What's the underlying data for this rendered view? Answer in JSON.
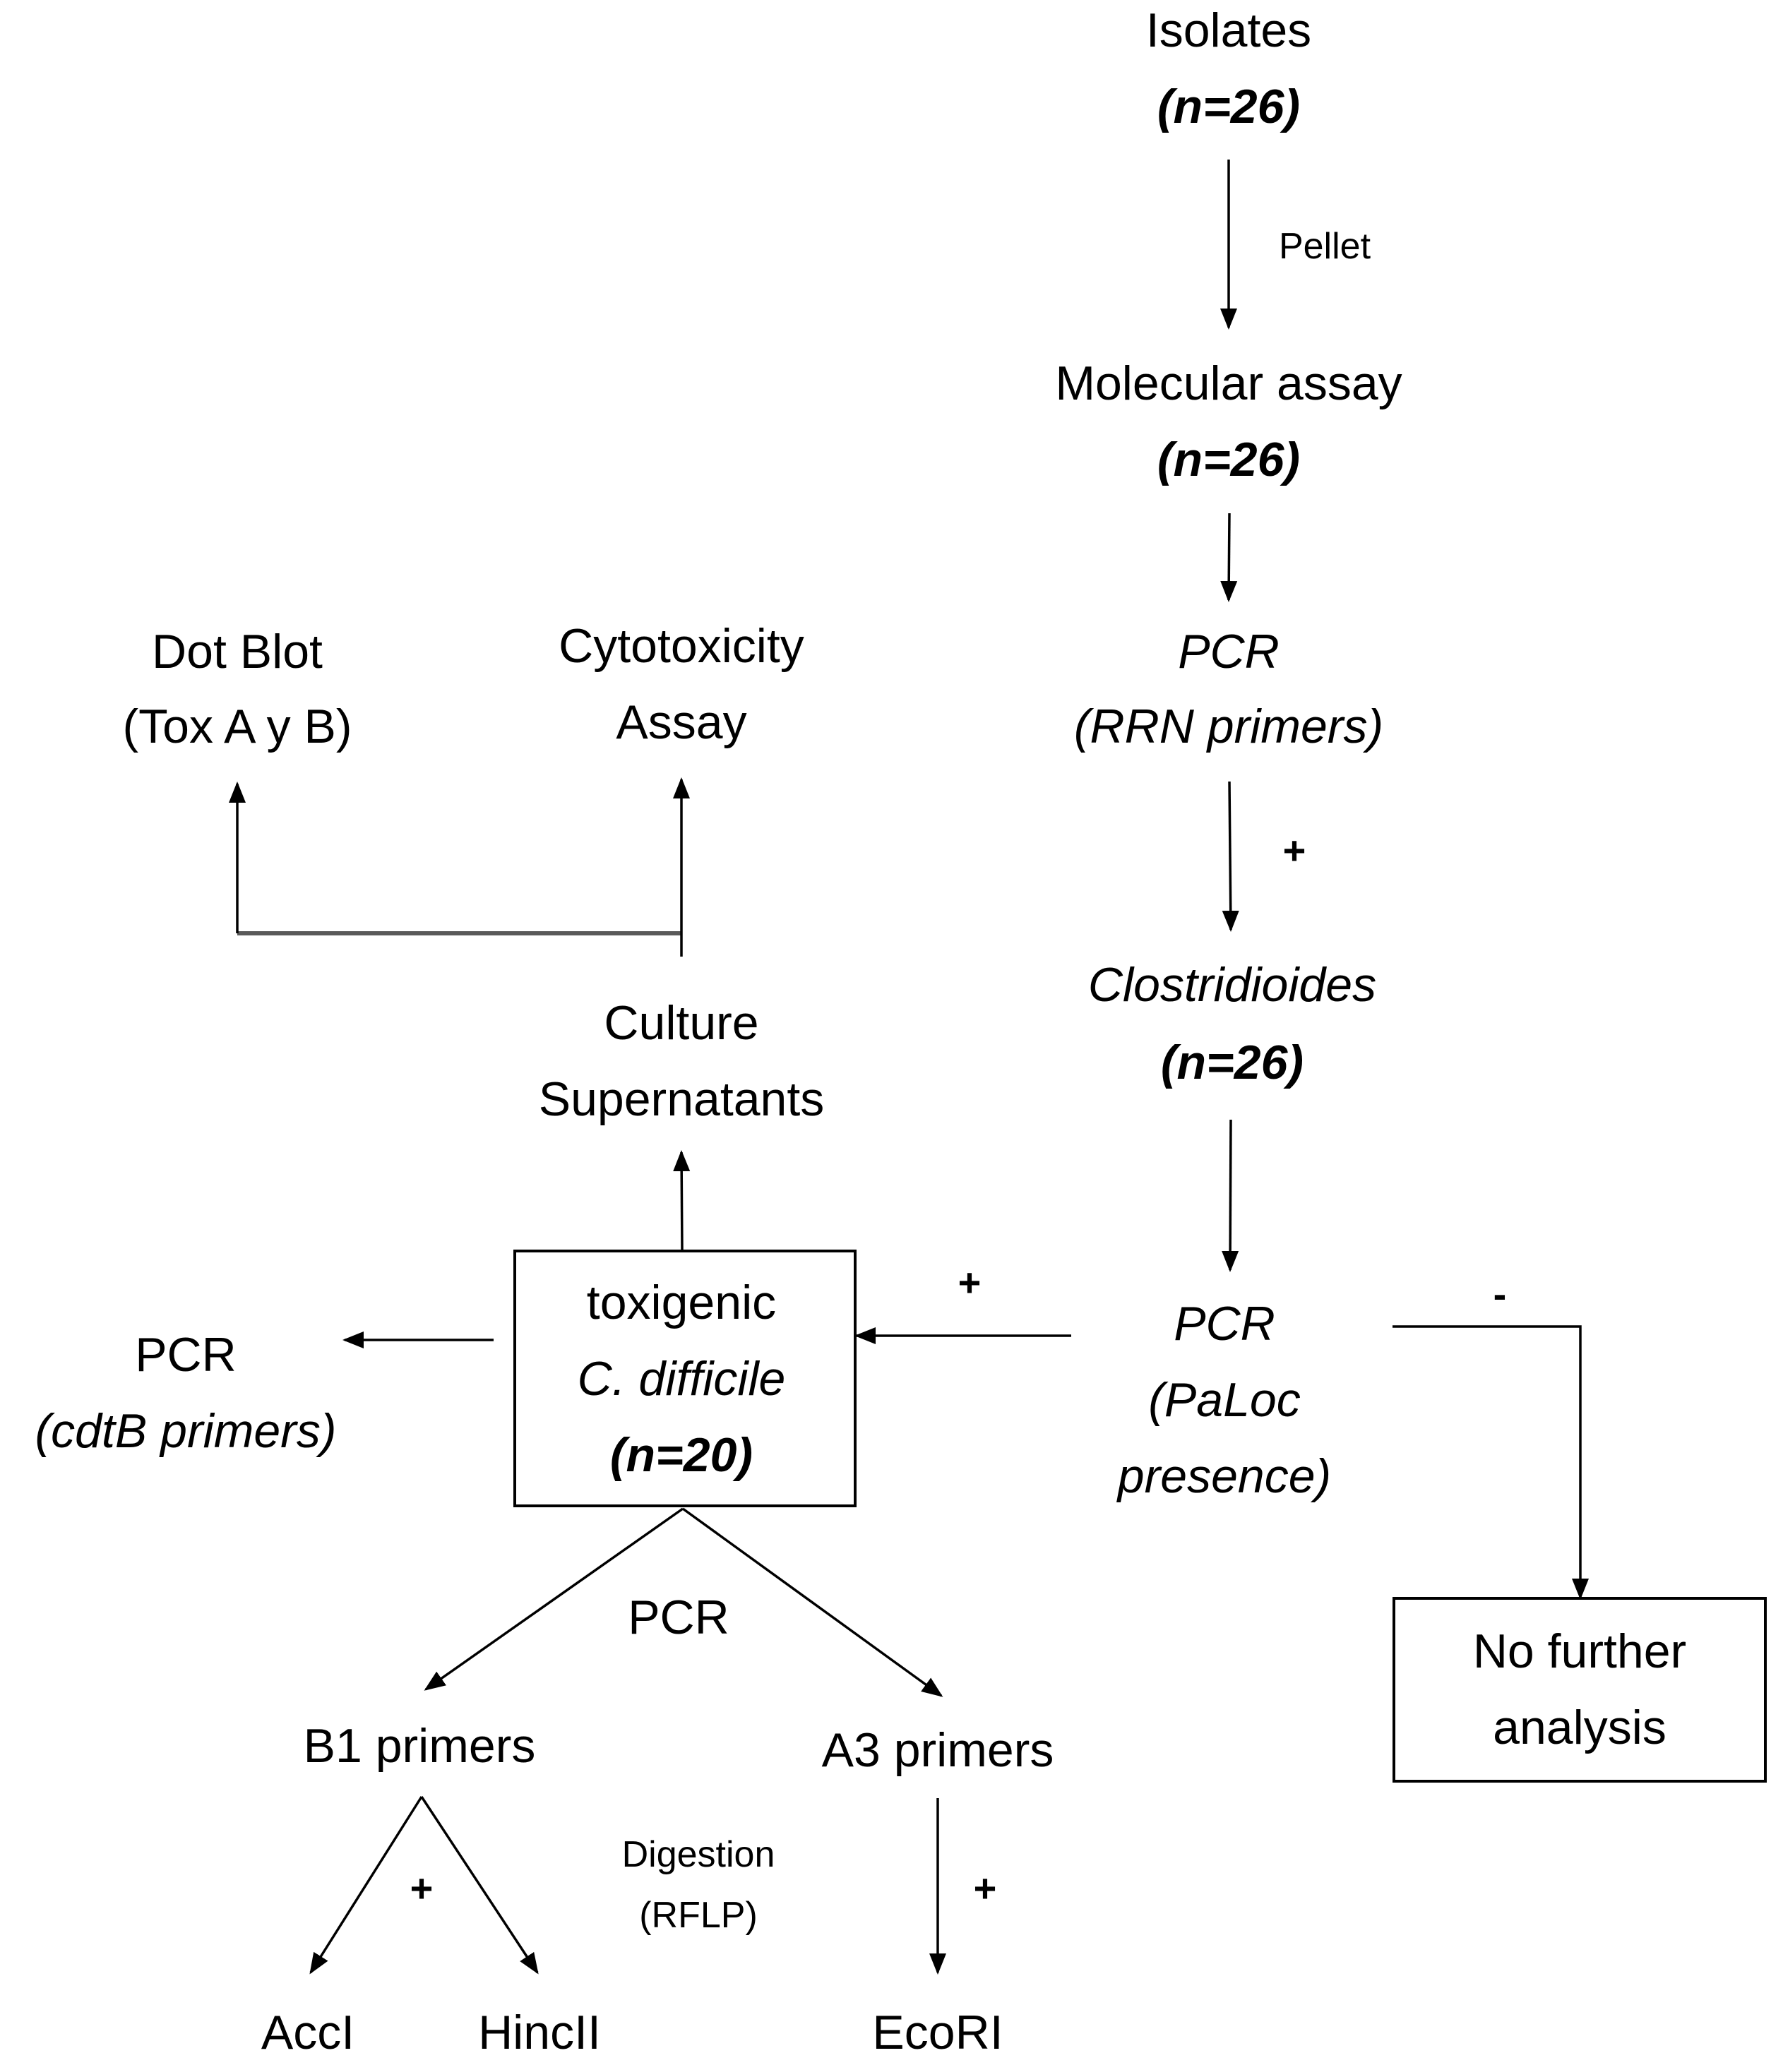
{
  "diagram": {
    "nodes": {
      "isolates": {
        "label": "Isolates",
        "count": "(n=26)"
      },
      "molecular_assay": {
        "label": "Molecular assay",
        "count": "(n=26)"
      },
      "pcr_rrn": {
        "label": "PCR",
        "sub": "(RRN primers)"
      },
      "clostridioides": {
        "label": "Clostridioides",
        "count": "(n=26)"
      },
      "pcr_paloc": {
        "line1": "PCR",
        "line2": "(PaLoc",
        "line3": "presence)"
      },
      "no_further": {
        "line1": "No further",
        "line2": "analysis"
      },
      "toxigenic": {
        "line1": "toxigenic",
        "line2": "C. difficile",
        "count": "(n=20)"
      },
      "pcr_cdtb": {
        "label": "PCR",
        "sub": "(cdtB primers)"
      },
      "culture": {
        "line1": "Culture",
        "line2": "Supernatants"
      },
      "dot_blot": {
        "line1": "Dot Blot",
        "line2": "(Tox A y B)"
      },
      "cytotoxicity": {
        "line1": "Cytotoxicity",
        "line2": "Assay"
      },
      "b1_primers": {
        "label": "B1 primers"
      },
      "a3_primers": {
        "label": "A3 primers"
      },
      "accI": {
        "label": "AccI"
      },
      "hincII": {
        "label": "HincII"
      },
      "ecoRI": {
        "label": "EcoRI"
      }
    },
    "edge_labels": {
      "pellet": "Pellet",
      "rrn_positive": "+",
      "paloc_negative": "-",
      "paloc_positive": "+",
      "pcr_split": "PCR",
      "b1_positive": "+",
      "a3_positive": "+",
      "digestion": "Digestion",
      "rflp": "(RFLP)"
    }
  }
}
